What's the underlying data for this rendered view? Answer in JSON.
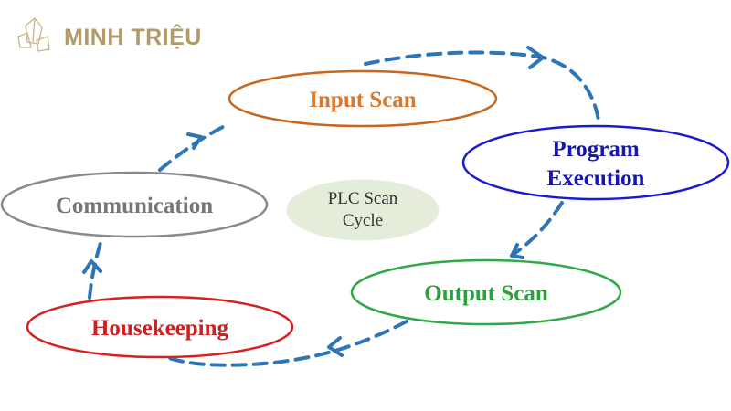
{
  "logo": {
    "text": "MINH TRIỆU"
  },
  "center": {
    "line1": "PLC Scan",
    "line2": "Cycle"
  },
  "stages": {
    "input_scan": {
      "label": "Input Scan",
      "color": "#d9772e"
    },
    "program_execution": {
      "line1": "Program",
      "line2": "Execution",
      "color": "#1818a8"
    },
    "output_scan": {
      "label": "Output Scan",
      "color": "#2e9e3e"
    },
    "housekeeping": {
      "label": "Housekeeping",
      "color": "#d11f1f"
    },
    "communication": {
      "label": "Communication",
      "color": "#777777"
    }
  },
  "arrow_color": "#2e75b6"
}
